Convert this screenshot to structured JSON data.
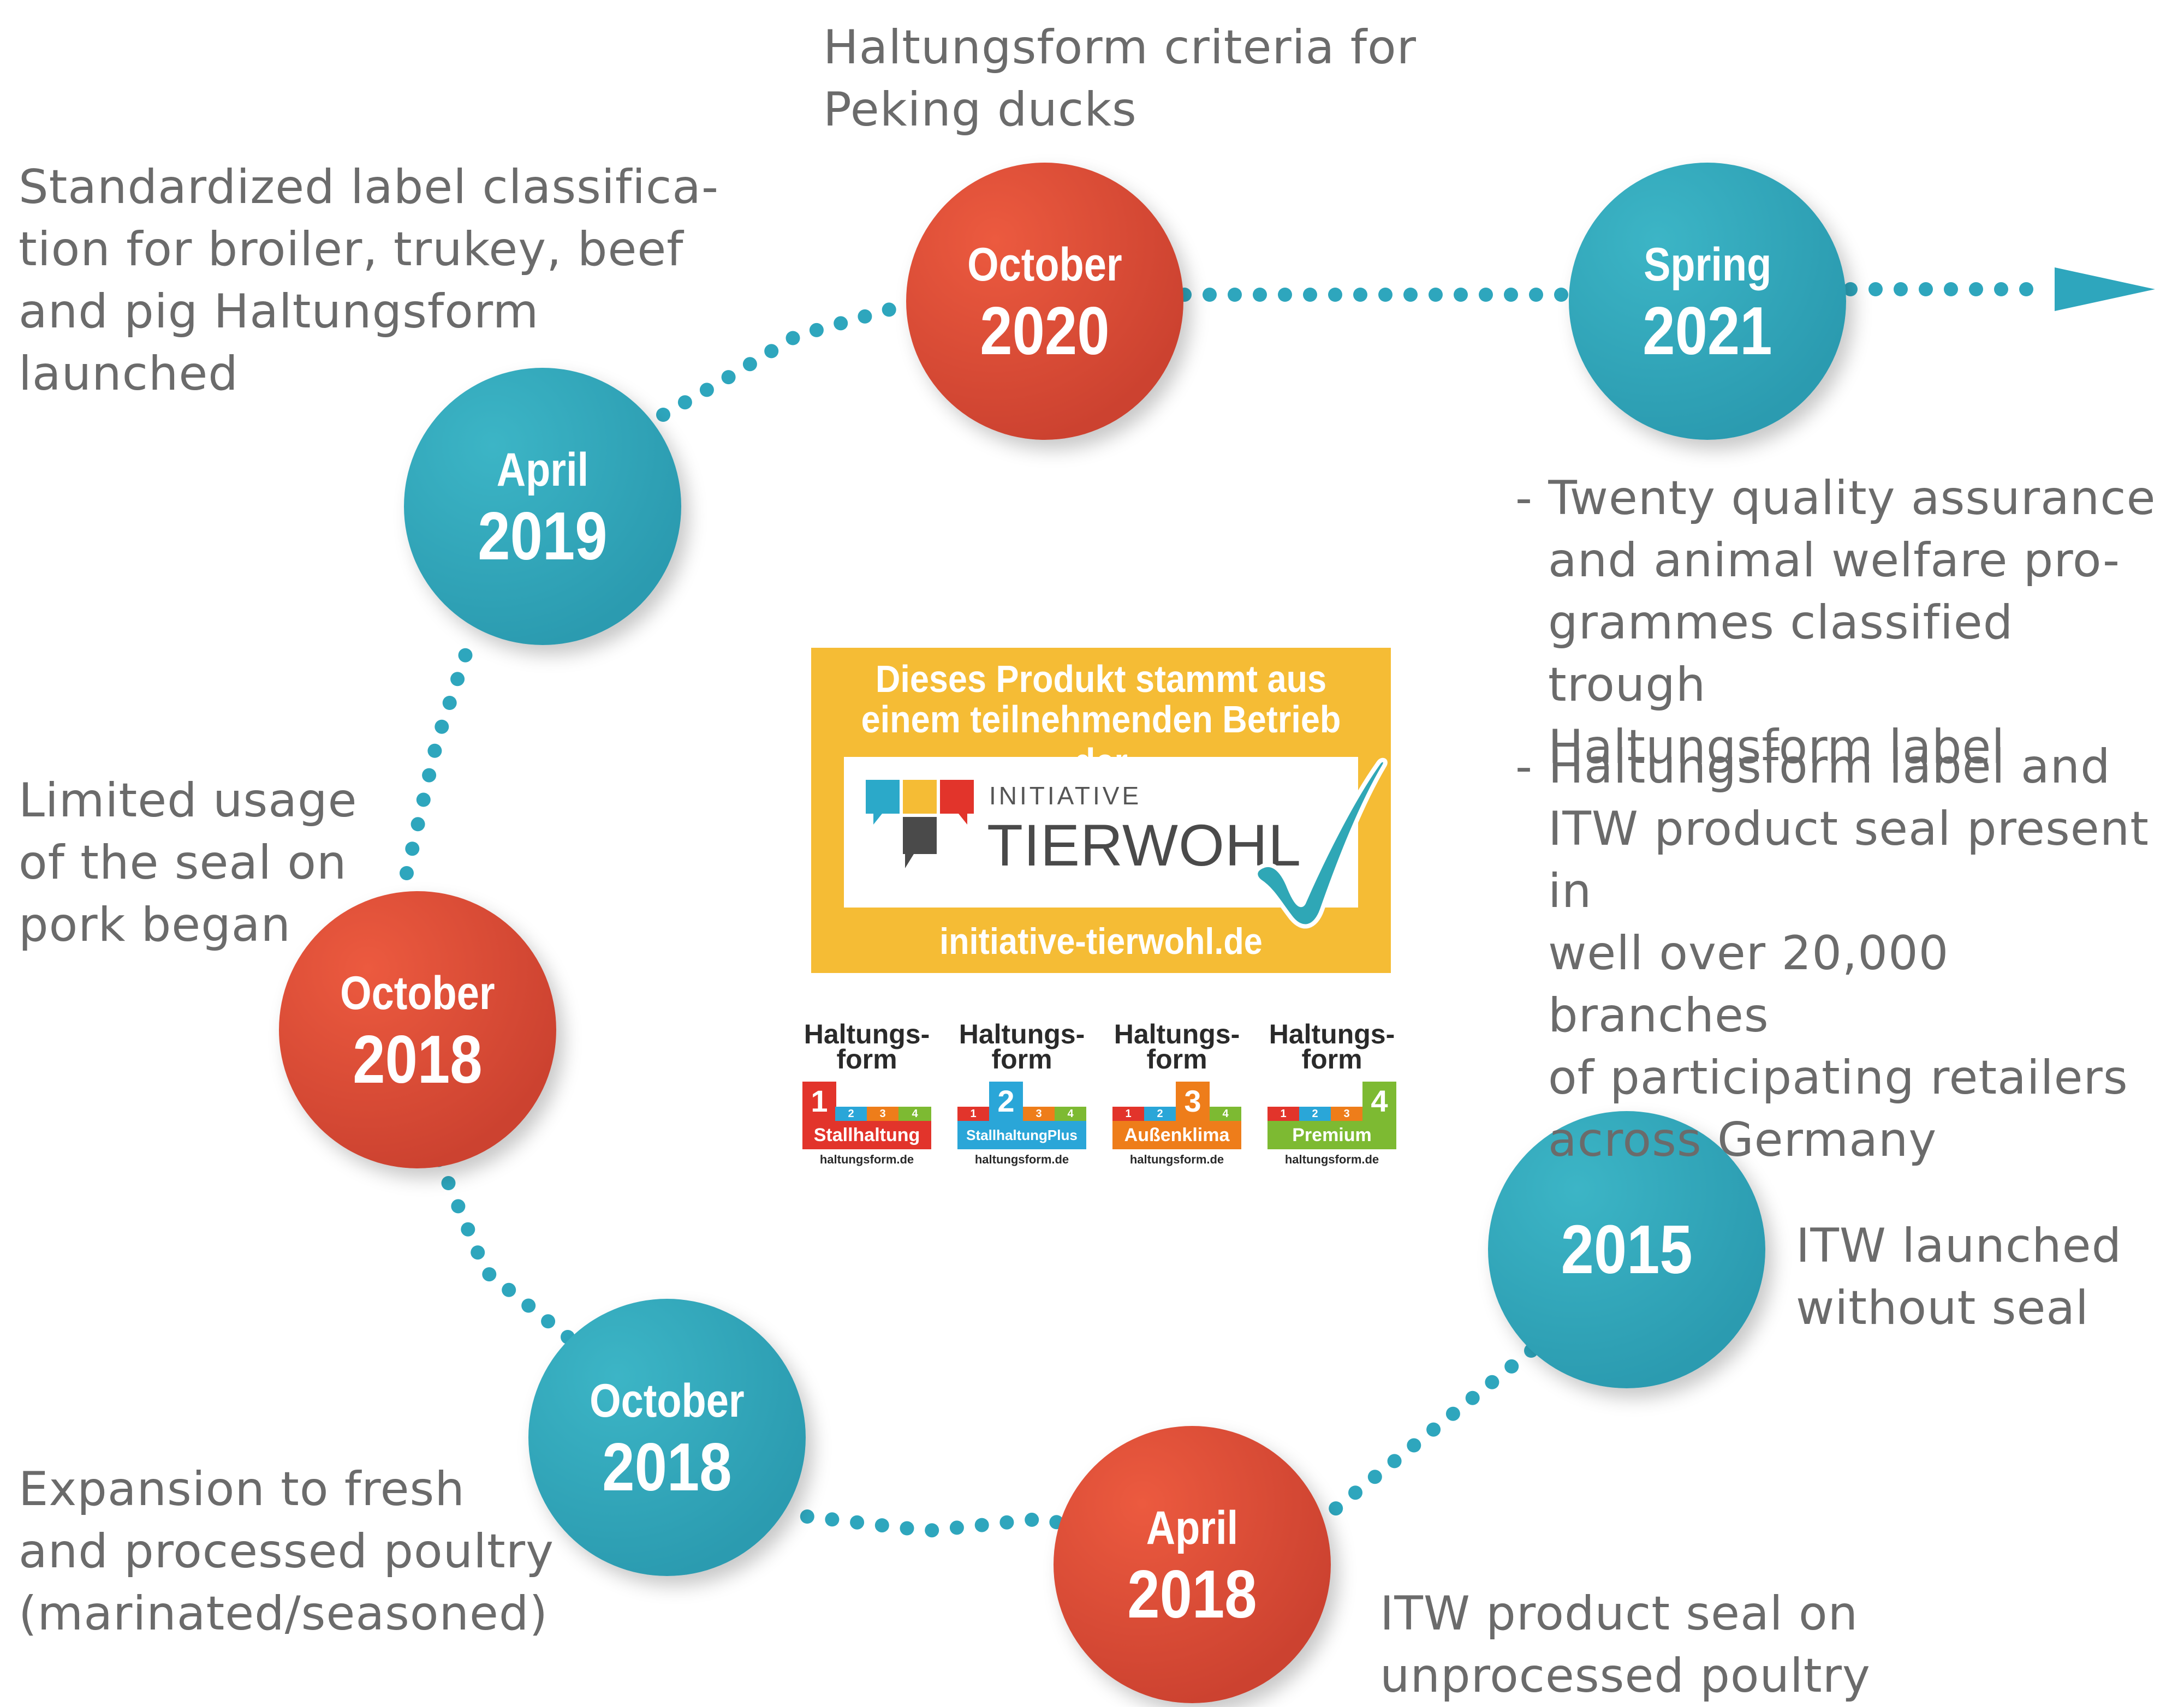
{
  "milestones": [
    {
      "month": "",
      "year": "2015",
      "style": "teal"
    },
    {
      "month": "April",
      "year": "2018",
      "style": "red"
    },
    {
      "month": "October",
      "year": "2018",
      "style": "teal"
    },
    {
      "month": "October",
      "year": "2018",
      "style": "red"
    },
    {
      "month": "April",
      "year": "2019",
      "style": "teal"
    },
    {
      "month": "October",
      "year": "2020",
      "style": "red"
    },
    {
      "month": "Spring",
      "year": "2021",
      "style": "teal"
    }
  ],
  "descriptions": {
    "launch_2015": "ITW launched\nwithout seal",
    "apr_2018": "ITW product seal on\nunprocessed poultry",
    "oct_2018_poultry": "Expansion to fresh\nand processed poultry\n(marinated/seasoned)",
    "oct_2018_pork": "Limited usage\nof the seal on\npork began",
    "apr_2019": "Standardized label classifica-\ntion for broiler, trukey, beef\nand pig Haltungsform\nlaunched",
    "oct_2020": "Haltungsform criteria for\nPeking ducks",
    "spring_2021_a": "- Twenty quality assurance\nand animal welfare pro-\ngrammes classified trough\nHaltungsform label",
    "spring_2021_b": "- Haltungsform label and\nITW product seal present in\nwell over 20,000 branches\nof participating retailers\nacross Germany"
  },
  "seal": {
    "line1": "Dieses Produkt stammt aus",
    "line2": "einem teilnehmenden Betrieb der",
    "initiative": "INITIATIVE",
    "brand": "TIERWOHL",
    "url": "initiative-tierwohl.de"
  },
  "haltungsform": [
    {
      "title1": "Haltungs-",
      "title2": "form",
      "level": "1",
      "name": "Stallhaltung",
      "url": "haltungsform.de",
      "color": "#e2342b"
    },
    {
      "title1": "Haltungs-",
      "title2": "form",
      "level": "2",
      "name": "StallhaltungPlus",
      "url": "haltungsform.de",
      "color": "#2aa6d8"
    },
    {
      "title1": "Haltungs-",
      "title2": "form",
      "level": "3",
      "name": "Außenklima",
      "url": "haltungsform.de",
      "color": "#ee7d1a"
    },
    {
      "title1": "Haltungs-",
      "title2": "form",
      "level": "4",
      "name": "Premium",
      "url": "haltungsform.de",
      "color": "#7dba32"
    }
  ],
  "colors": {
    "teal": "#2b9bb0",
    "teal_light": "#3cb5c6",
    "red": "#cc4230",
    "red_light": "#ec5a3f",
    "dots": "#2ea6bd",
    "text": "#6b6b6b",
    "seal_bg": "#f5bc35"
  }
}
